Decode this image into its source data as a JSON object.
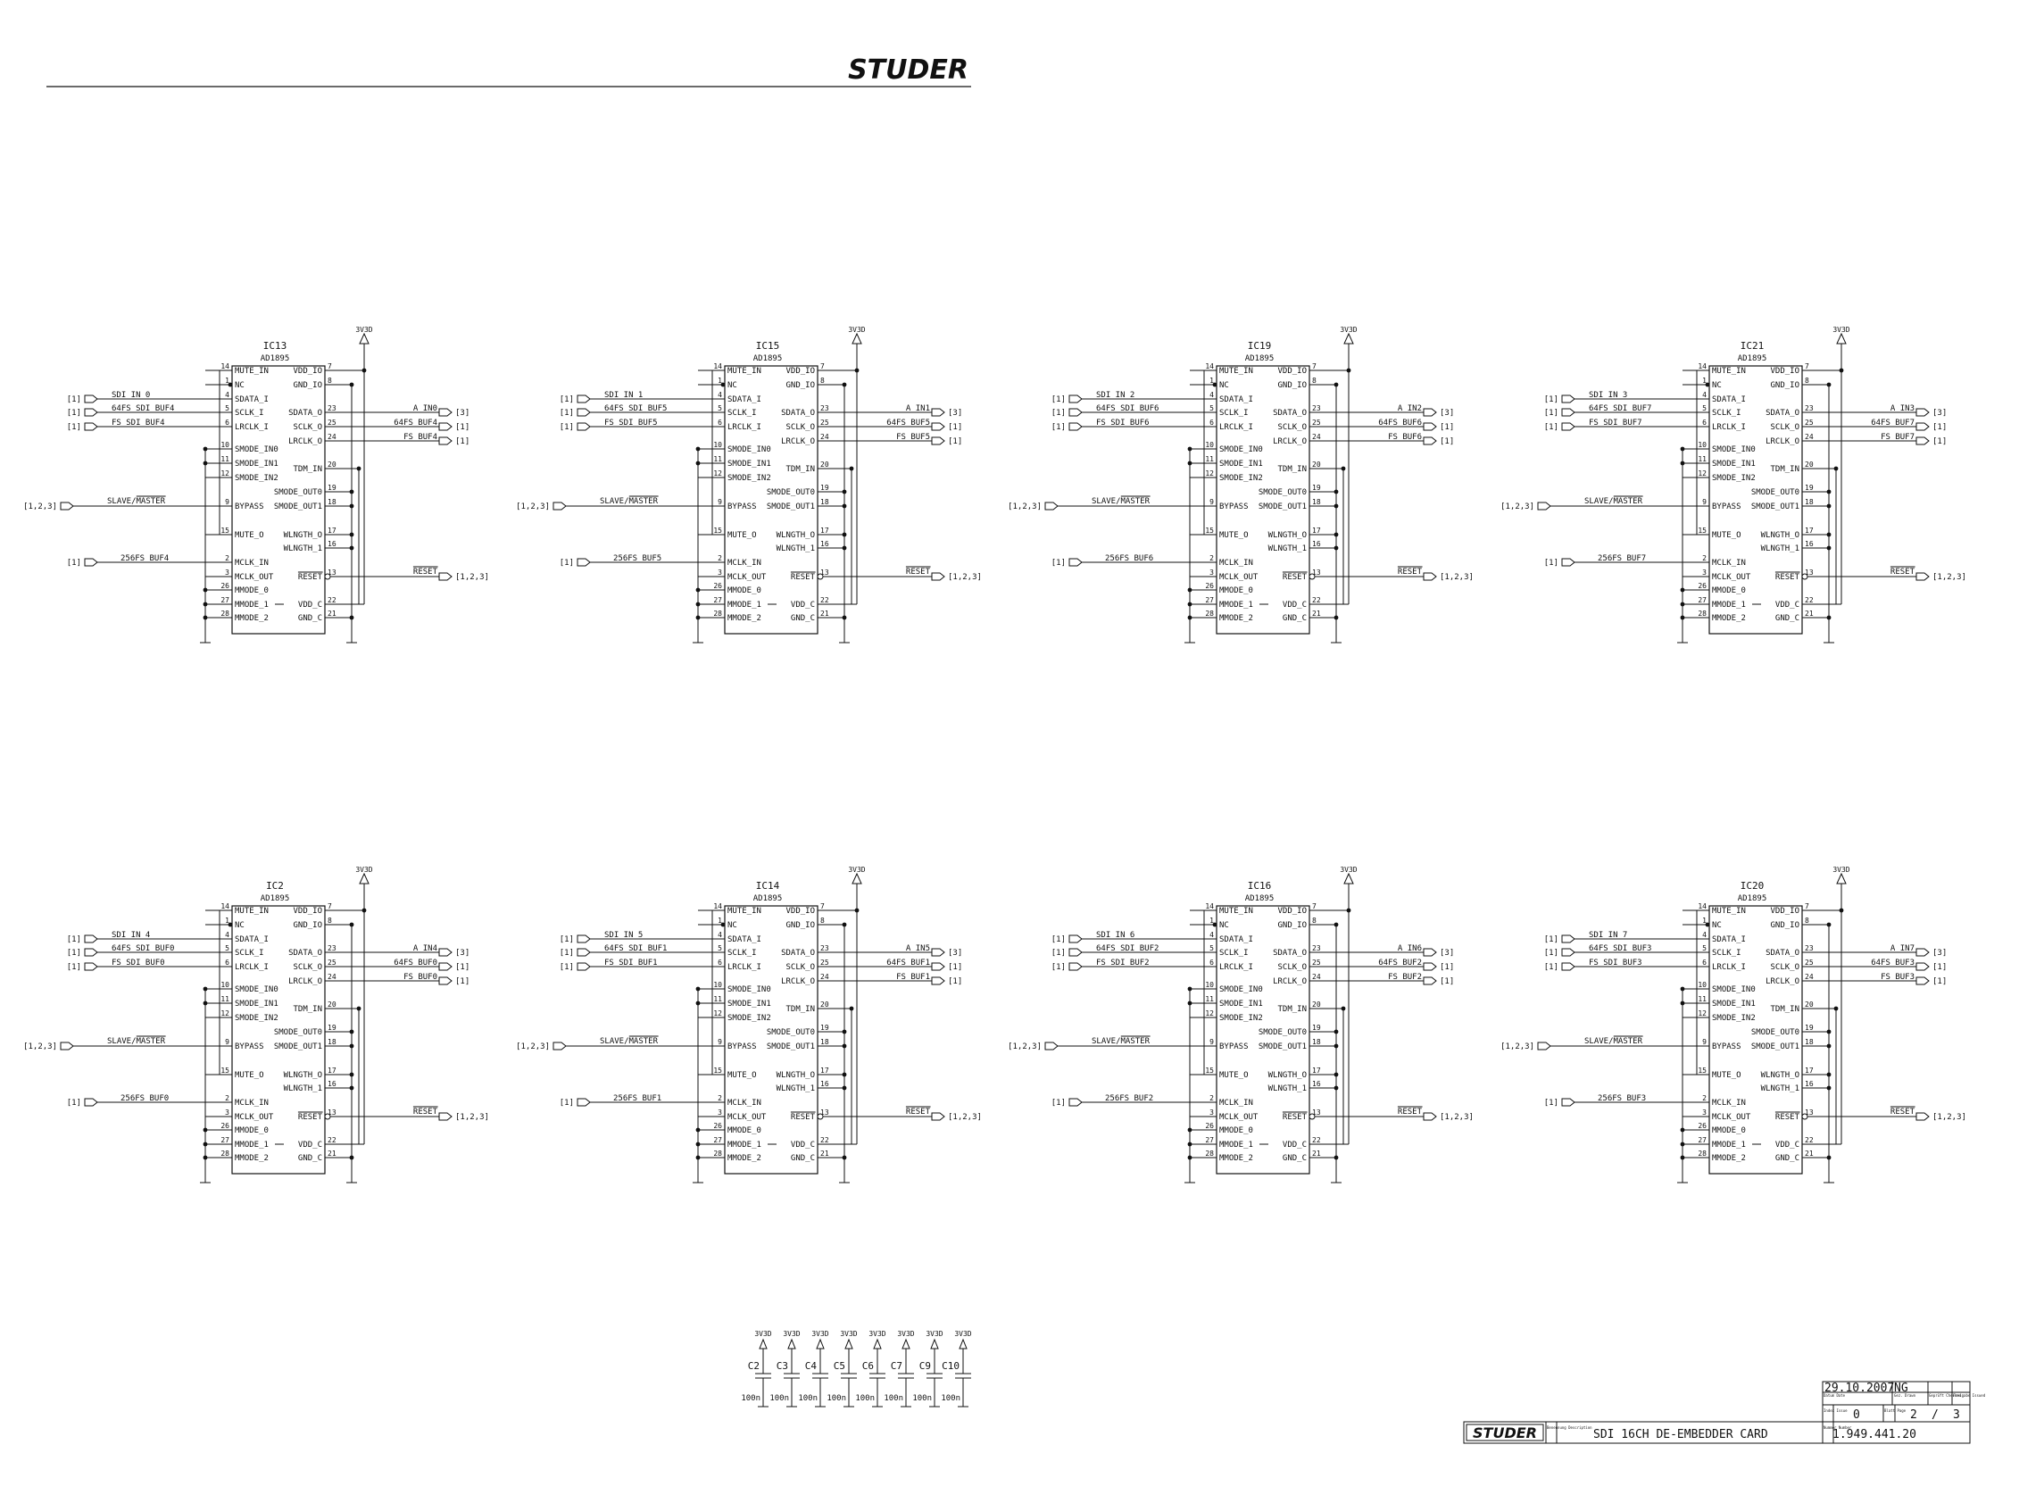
{
  "header": {
    "brand": "STUDER"
  },
  "colors": {
    "ink": "#111111",
    "paper": "#ffffff"
  },
  "chip_part": "AD1895",
  "power_net": "3V3D",
  "ports": {
    "ref_1": "[1]",
    "ref_3": "[3]",
    "ref_123": "[1,2,3]",
    "slave_master": "SLAVE/MASTER",
    "reset": "RESET"
  },
  "pins": {
    "left": [
      {
        "n": "14",
        "label": "MUTE_IN"
      },
      {
        "n": "1",
        "label": "NC"
      },
      {
        "n": "4",
        "label": "SDATA_I"
      },
      {
        "n": "5",
        "label": "SCLK_I"
      },
      {
        "n": "6",
        "label": "LRCLK_I"
      },
      {
        "n": "10",
        "label": "SMODE_IN0"
      },
      {
        "n": "11",
        "label": "SMODE_IN1"
      },
      {
        "n": "12",
        "label": "SMODE_IN2"
      },
      {
        "n": "9",
        "label": "BYPASS"
      },
      {
        "n": "15",
        "label": "MUTE_O"
      },
      {
        "n": "2",
        "label": "MCLK_IN"
      },
      {
        "n": "3",
        "label": "MCLK_OUT"
      },
      {
        "n": "26",
        "label": "MMODE_0"
      },
      {
        "n": "27",
        "label": "MMODE_1"
      },
      {
        "n": "28",
        "label": "MMODE_2"
      }
    ],
    "right": [
      {
        "n": "7",
        "label": "VDD_IO"
      },
      {
        "n": "8",
        "label": "GND_IO"
      },
      {
        "n": "23",
        "label": "SDATA_O"
      },
      {
        "n": "25",
        "label": "SCLK_O"
      },
      {
        "n": "24",
        "label": "LRCLK_O"
      },
      {
        "n": "20",
        "label": "TDM_IN"
      },
      {
        "n": "19",
        "label": "SMODE_OUT0"
      },
      {
        "n": "18",
        "label": "SMODE_OUT1"
      },
      {
        "n": "17",
        "label": "WLNGTH_O"
      },
      {
        "n": "16",
        "label": "WLNGTH_1"
      },
      {
        "n": "13",
        "label": "RESET"
      },
      {
        "n": "22",
        "label": "VDD_C"
      },
      {
        "n": "21",
        "label": "GND_C"
      }
    ]
  },
  "chips": [
    {
      "ref": "IC13",
      "sdi": "SDI_IN_0",
      "bclk": "64FS_SDI_BUF4",
      "lr": "FS_SDI_BUF4",
      "out": "A_IN0",
      "sclk_o": "64FS_BUF4",
      "lr_o": "FS_BUF4",
      "mclk": "256FS_BUF4"
    },
    {
      "ref": "IC15",
      "sdi": "SDI_IN_1",
      "bclk": "64FS_SDI_BUF5",
      "lr": "FS_SDI_BUF5",
      "out": "A_IN1",
      "sclk_o": "64FS_BUF5",
      "lr_o": "FS_BUF5",
      "mclk": "256FS_BUF5"
    },
    {
      "ref": "IC19",
      "sdi": "SDI_IN_2",
      "bclk": "64FS_SDI_BUF6",
      "lr": "FS_SDI_BUF6",
      "out": "A_IN2",
      "sclk_o": "64FS_BUF6",
      "lr_o": "FS_BUF6",
      "mclk": "256FS_BUF6"
    },
    {
      "ref": "IC21",
      "sdi": "SDI_IN_3",
      "bclk": "64FS_SDI_BUF7",
      "lr": "FS_SDI_BUF7",
      "out": "A_IN3",
      "sclk_o": "64FS_BUF7",
      "lr_o": "FS_BUF7",
      "mclk": "256FS_BUF7"
    },
    {
      "ref": "IC2",
      "sdi": "SDI_IN_4",
      "bclk": "64FS_SDI_BUF0",
      "lr": "FS_SDI_BUF0",
      "out": "A_IN4",
      "sclk_o": "64FS_BUF0",
      "lr_o": "FS_BUF0",
      "mclk": "256FS_BUF0"
    },
    {
      "ref": "IC14",
      "sdi": "SDI_IN_5",
      "bclk": "64FS_SDI_BUF1",
      "lr": "FS_SDI_BUF1",
      "out": "A_IN5",
      "sclk_o": "64FS_BUF1",
      "lr_o": "FS_BUF1",
      "mclk": "256FS_BUF1"
    },
    {
      "ref": "IC16",
      "sdi": "SDI_IN_6",
      "bclk": "64FS_SDI_BUF2",
      "lr": "FS_SDI_BUF2",
      "out": "A_IN6",
      "sclk_o": "64FS_BUF2",
      "lr_o": "FS_BUF2",
      "mclk": "256FS_BUF2"
    },
    {
      "ref": "IC20",
      "sdi": "SDI_IN_7",
      "bclk": "64FS_SDI_BUF3",
      "lr": "FS_SDI_BUF3",
      "out": "A_IN7",
      "sclk_o": "64FS_BUF3",
      "lr_o": "FS_BUF3",
      "mclk": "256FS_BUF3"
    }
  ],
  "capacitors": [
    {
      "ref": "C2",
      "value": "100n"
    },
    {
      "ref": "C3",
      "value": "100n"
    },
    {
      "ref": "C4",
      "value": "100n"
    },
    {
      "ref": "C5",
      "value": "100n"
    },
    {
      "ref": "C6",
      "value": "100n"
    },
    {
      "ref": "C7",
      "value": "100n"
    },
    {
      "ref": "C9",
      "value": "100n"
    },
    {
      "ref": "C10",
      "value": "100n"
    }
  ],
  "title_block": {
    "date": "29.10.2007",
    "initials": "NG",
    "index": "0",
    "page": "2",
    "page_sep": "/",
    "pages": "3",
    "title": "SDI 16CH DE-EMBEDDER CARD",
    "drawing_number": "1.949.441.20",
    "brand": "STUDER",
    "lbl_date": "Datum Date",
    "lbl_drawn": "Gez. Drawn",
    "lbl_checked": "Geprüft Checked",
    "lbl_issued": "Freigabe Issued",
    "lbl_index": "Index Issue",
    "lbl_page": "Blatt Page",
    "lbl_of": "von of",
    "lbl_desc": "Benennung Description",
    "lbl_number": "Nummer Number"
  }
}
